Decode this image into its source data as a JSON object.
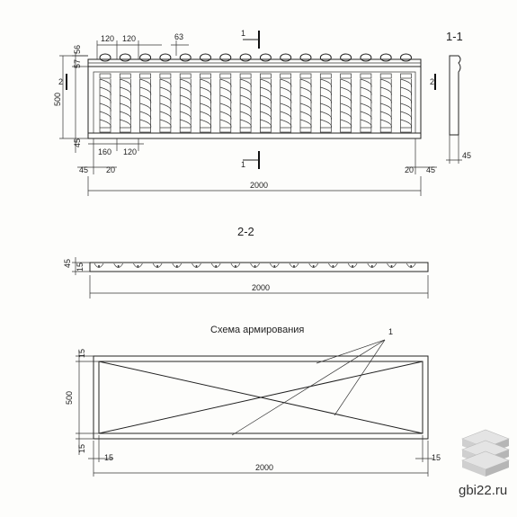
{
  "view_1_1": {
    "section_title": "1-1",
    "cut_marker_1": "1",
    "cut_marker_2": "2",
    "dims": {
      "top_a": "120",
      "top_b": "120",
      "top_c": "63",
      "left_56": "56",
      "left_57": "57",
      "left_500": "500",
      "left_45": "45",
      "bot_160": "160",
      "bot_120": "120",
      "bot_45": "45",
      "bot_20": "20",
      "right_20": "20",
      "right_45": "45",
      "side_45": "45",
      "total": "2000"
    }
  },
  "view_2_2": {
    "section_title": "2-2",
    "dims": {
      "h45": "45",
      "h15": "15",
      "total": "2000"
    }
  },
  "reinforcement": {
    "title": "Схема армирования",
    "callout": "1",
    "dims": {
      "top15": "15",
      "h500": "500",
      "bot15": "15",
      "left15": "15",
      "right15": "15",
      "total": "2000"
    }
  },
  "watermark": {
    "site": "gbi22.ru"
  }
}
